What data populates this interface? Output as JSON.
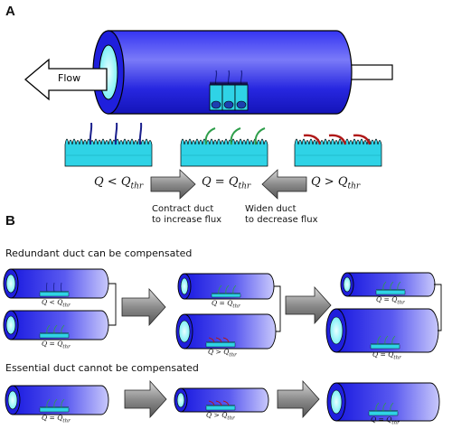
{
  "panels": {
    "a": "A",
    "b": "B"
  },
  "flow_label": "Flow",
  "conditions": {
    "lt": {
      "q": "Q",
      "op": " < ",
      "sym": "Q",
      "sub": "thr"
    },
    "eq": {
      "q": "Q",
      "op": " = ",
      "sym": "Q",
      "sub": "thr"
    },
    "gt": {
      "q": "Q",
      "op": " > ",
      "sym": "Q",
      "sub": "thr"
    }
  },
  "actions": {
    "contract_line1": "Contract duct",
    "contract_line2": "to increase flux",
    "widen_line1": "Widen duct",
    "widen_line2": "to decrease flux"
  },
  "sections": {
    "redundant": "Redundant duct can be compensated",
    "essential": "Essential duct cannot be compensated"
  },
  "colors": {
    "duct_blue": "#1a1ae6",
    "cells": "#2fd3e6",
    "cilia_low": "#1a1f8c",
    "cilia_eq": "#2e9e4a",
    "cilia_high": "#b01818",
    "arrow_gray": "#8a8a8a"
  }
}
